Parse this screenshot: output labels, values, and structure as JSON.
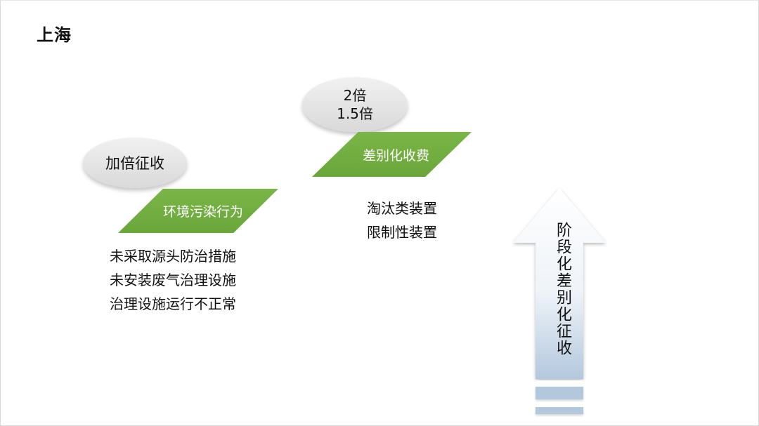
{
  "slide": {
    "title": "上海"
  },
  "stage1": {
    "bubble": "加倍征收",
    "label": "环境污染行为",
    "items": [
      "未采取源头防治措施",
      "未安装废气治理设施",
      "治理设施运行不正常"
    ]
  },
  "stage2": {
    "bubble_lines": [
      "2倍",
      "1.5倍"
    ],
    "label": "差别化收费",
    "items": [
      "淘汰类装置",
      "限制性装置"
    ]
  },
  "arrow": {
    "text": "阶段化差别化征收"
  },
  "colors": {
    "green": "#6aa63a",
    "bubble_gray": "#d9d9d9",
    "arrow_blue": "#b3c7dd"
  }
}
